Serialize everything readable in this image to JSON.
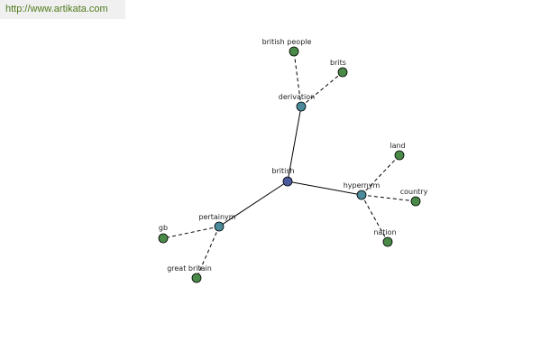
{
  "header": {
    "url_text": "http://www.artikata.com"
  },
  "colors": {
    "center": "#4a5a9c",
    "relation": "#4a8a9a",
    "leaf": "#4a8a48"
  },
  "graph": {
    "nodes": [
      {
        "id": "british",
        "label": "british",
        "kind": "center"
      },
      {
        "id": "derivation",
        "label": "derivation",
        "kind": "relation"
      },
      {
        "id": "hypernym",
        "label": "hypernym",
        "kind": "relation"
      },
      {
        "id": "pertainym",
        "label": "pertainym",
        "kind": "relation"
      },
      {
        "id": "british_people",
        "label": "british people",
        "kind": "leaf"
      },
      {
        "id": "brits",
        "label": "brits",
        "kind": "leaf"
      },
      {
        "id": "land",
        "label": "land",
        "kind": "leaf"
      },
      {
        "id": "country",
        "label": "country",
        "kind": "leaf"
      },
      {
        "id": "nation",
        "label": "nation",
        "kind": "leaf"
      },
      {
        "id": "gb",
        "label": "gb",
        "kind": "leaf"
      },
      {
        "id": "great_britain",
        "label": "great britain",
        "kind": "leaf"
      }
    ],
    "edges": [
      {
        "from": "british",
        "to": "derivation",
        "style": "solid"
      },
      {
        "from": "british",
        "to": "hypernym",
        "style": "solid"
      },
      {
        "from": "british",
        "to": "pertainym",
        "style": "solid"
      },
      {
        "from": "derivation",
        "to": "british_people",
        "style": "dashed"
      },
      {
        "from": "derivation",
        "to": "brits",
        "style": "dashed"
      },
      {
        "from": "hypernym",
        "to": "land",
        "style": "dashed"
      },
      {
        "from": "hypernym",
        "to": "country",
        "style": "dashed"
      },
      {
        "from": "hypernym",
        "to": "nation",
        "style": "dashed"
      },
      {
        "from": "pertainym",
        "to": "gb",
        "style": "dashed"
      },
      {
        "from": "pertainym",
        "to": "great_britain",
        "style": "dashed"
      }
    ]
  }
}
